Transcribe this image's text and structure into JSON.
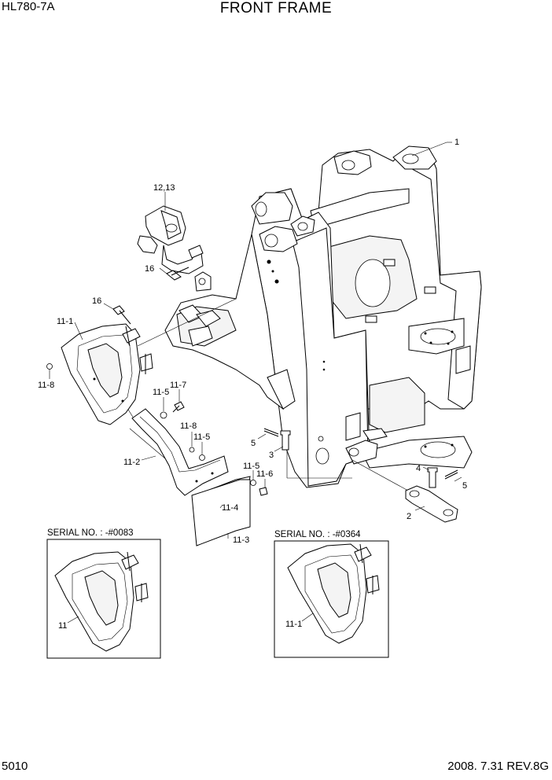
{
  "header": {
    "model": "HL780-7A",
    "title": "FRONT FRAME"
  },
  "footer": {
    "page_number": "5010",
    "revision": "2008. 7.31  REV.8G"
  },
  "callouts": {
    "c1": "1",
    "c2": "2",
    "c3": "3",
    "c4": "4",
    "c5a": "5",
    "c5b": "5",
    "c11_1": "11-1",
    "c11_2": "11-2",
    "c11_3": "11-3",
    "c11_4": "11-4",
    "c11_5a": "11-5",
    "c11_5b": "11-5",
    "c11_5c": "11-5",
    "c11_6": "11-6",
    "c11_7": "11-7",
    "c11_8a": "11-8",
    "c11_8b": "11-8",
    "c12_13": "12,13",
    "c16a": "16",
    "c16b": "16"
  },
  "inset_left": {
    "serial": "SERIAL NO. : -#0083",
    "callout": "11"
  },
  "inset_right": {
    "serial": "SERIAL NO. : -#0364",
    "callout": "11-1"
  }
}
